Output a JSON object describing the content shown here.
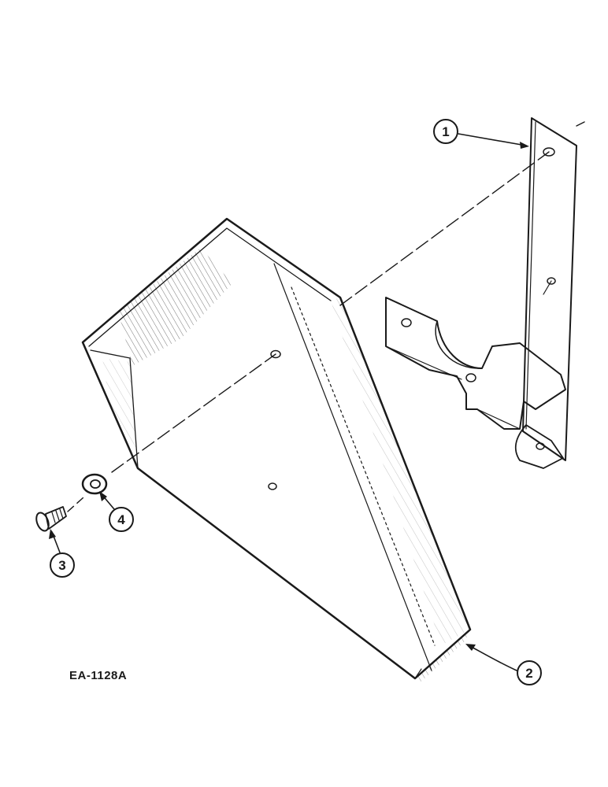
{
  "drawing_number": "EA-1128A",
  "callouts": [
    {
      "id": "1",
      "label": "1"
    },
    {
      "id": "2",
      "label": "2"
    },
    {
      "id": "3",
      "label": "3"
    },
    {
      "id": "4",
      "label": "4"
    }
  ],
  "colors": {
    "ink": "#1a1a1a",
    "paper": "#ffffff"
  }
}
